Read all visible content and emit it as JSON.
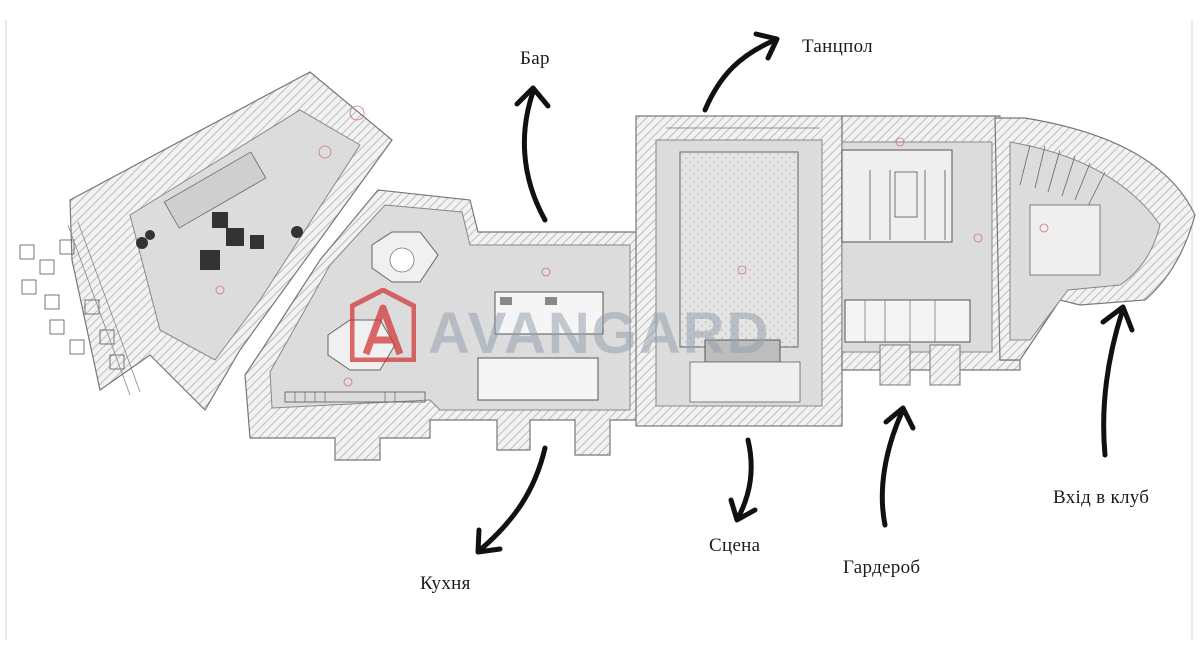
{
  "labels": {
    "bar": "Бар",
    "dance_floor": "Танцпол",
    "kitchen": "Кухня",
    "stage": "Сцена",
    "wardrobe": "Гардероб",
    "entrance": "Вхід в клуб"
  },
  "watermark": {
    "text": "AVANGARD"
  },
  "colors": {
    "wall_hatch": "#c9c9c9",
    "floor": "#dedede",
    "watermark_red": "#d23a3a",
    "arrow": "#111111"
  }
}
